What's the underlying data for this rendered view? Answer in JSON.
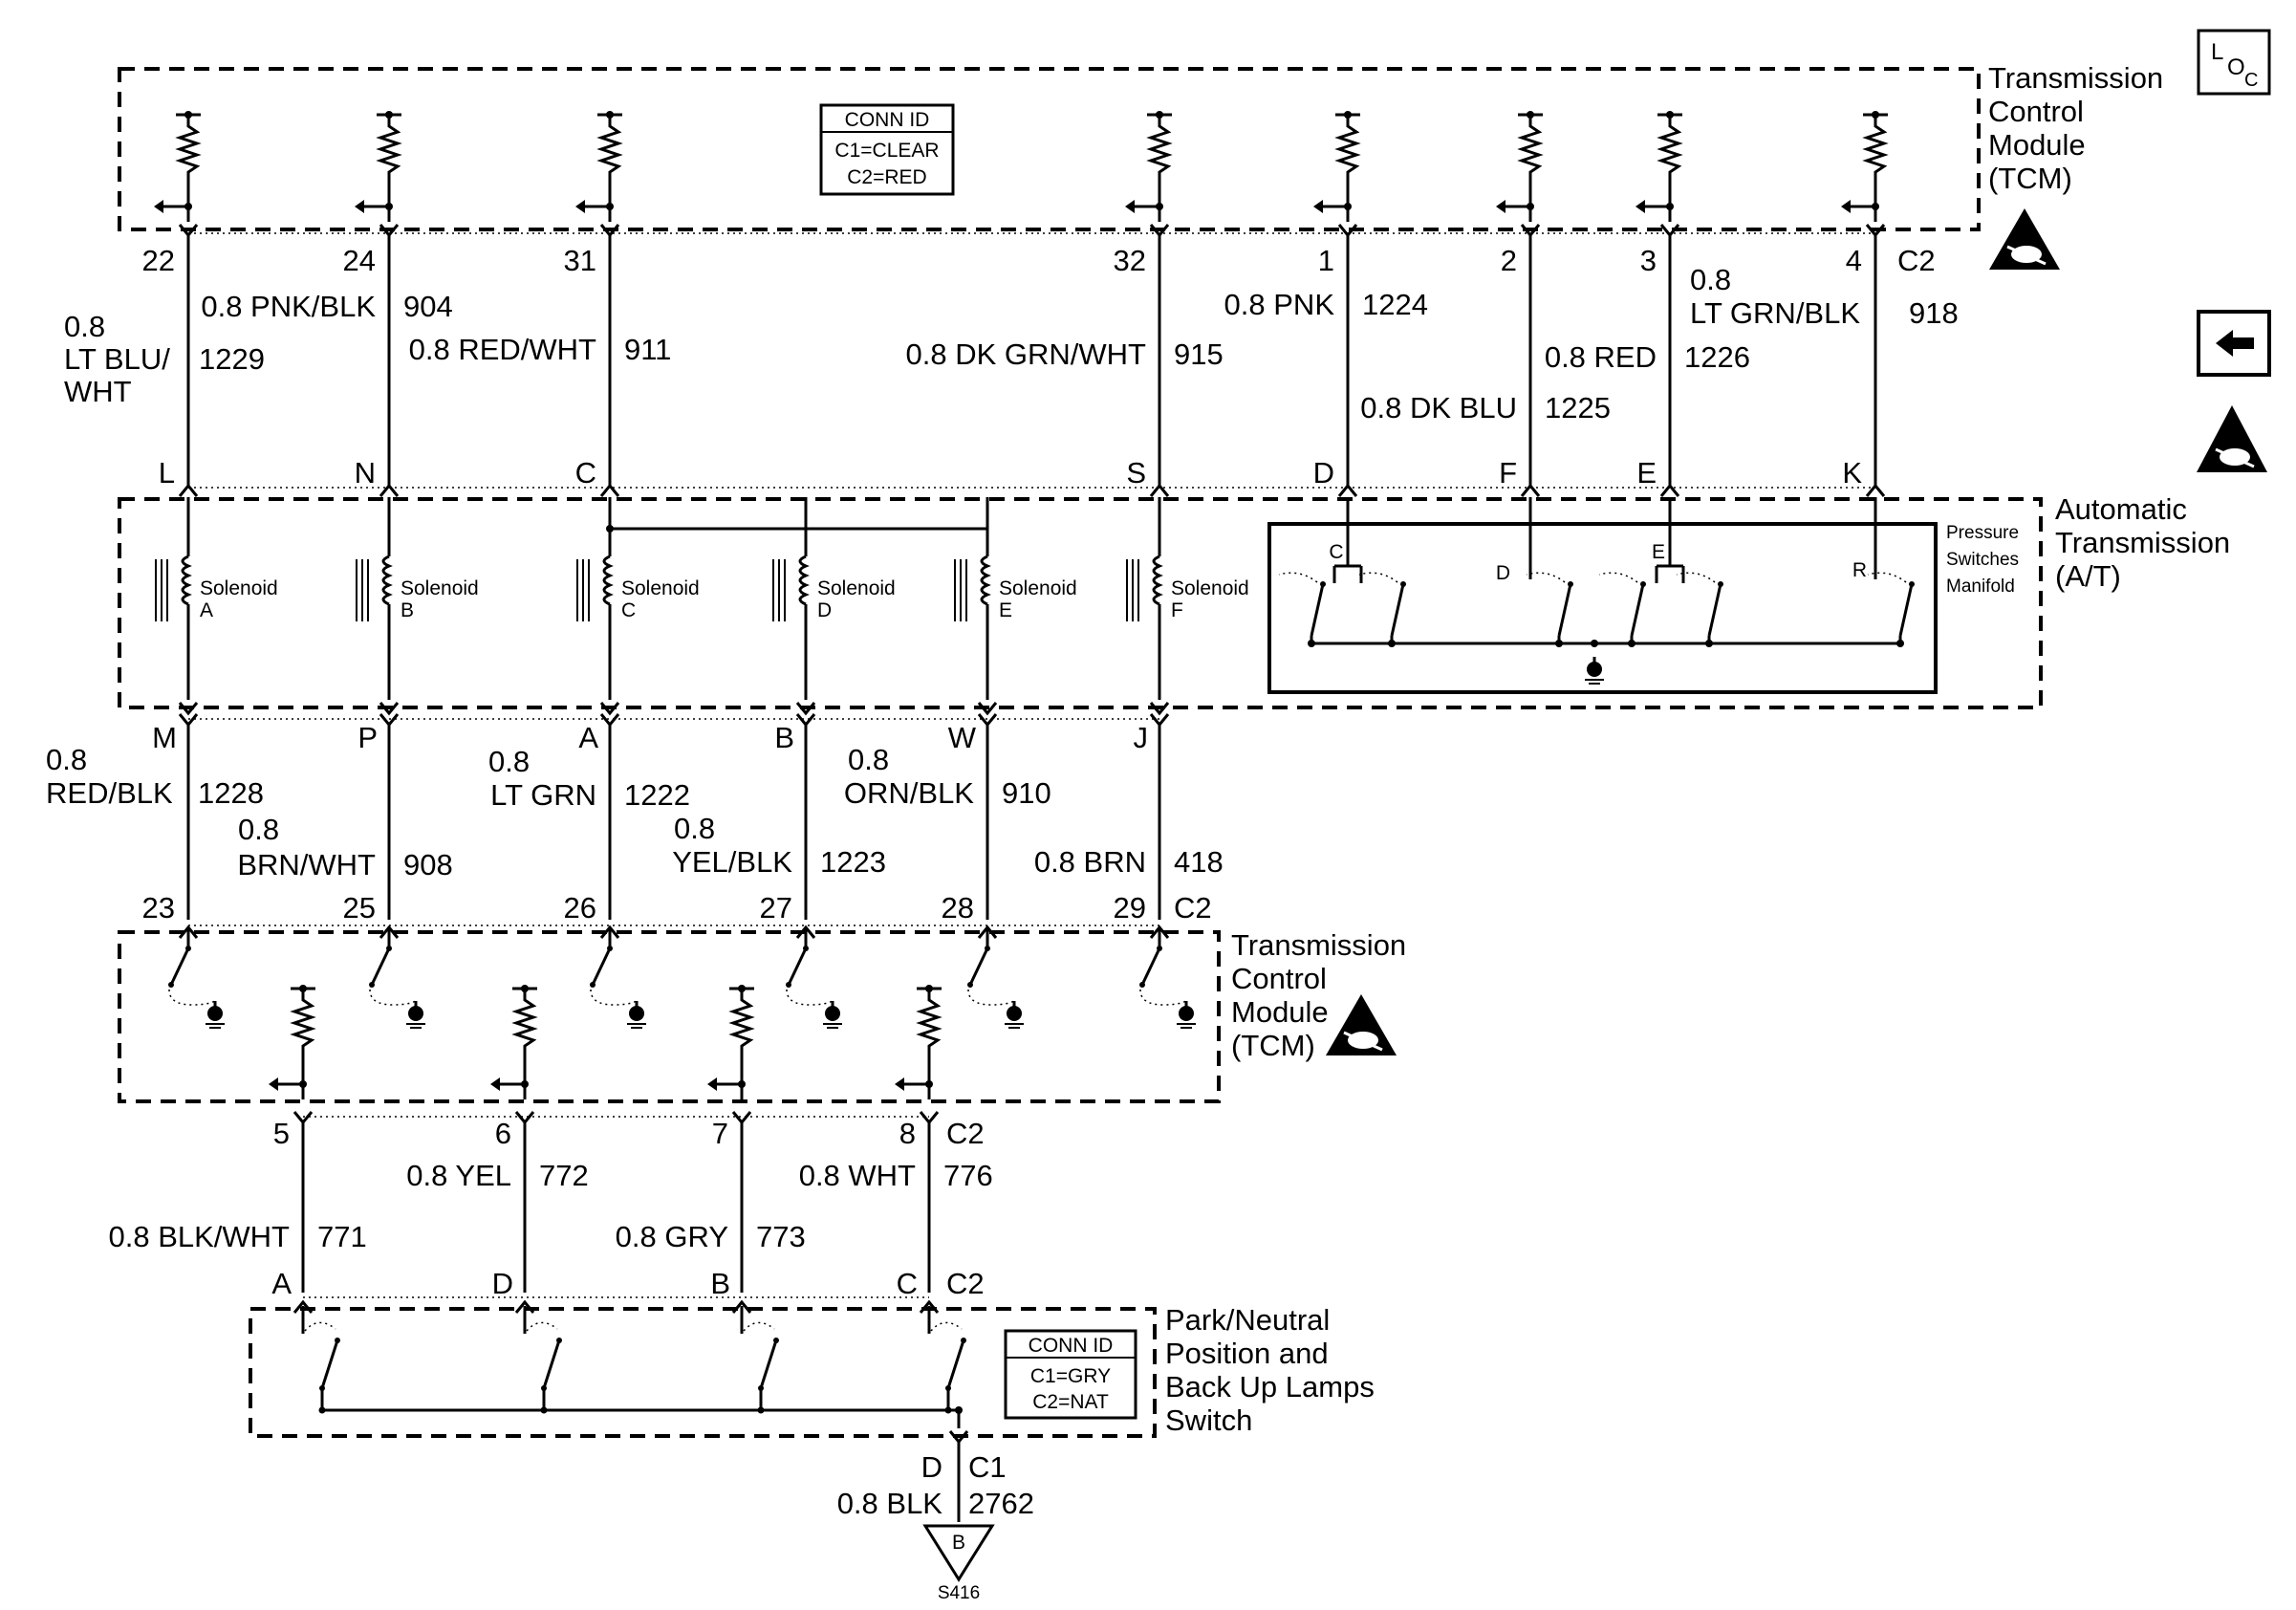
{
  "modules": {
    "tcm_top": [
      "Transmission",
      "Control",
      "Module",
      "(TCM)"
    ],
    "at": [
      "Automatic",
      "Transmission",
      "(A/T)"
    ],
    "tcm_mid": [
      "Transmission",
      "Control",
      "Module",
      "(TCM)"
    ],
    "pnp": [
      "Park/Neutral",
      "Position and",
      "Back Up Lamps",
      "Switch"
    ],
    "pressure_manifold": [
      "Pressure",
      "Switches",
      "Manifold"
    ]
  },
  "conn_id_top": {
    "title": "CONN ID",
    "c1": "C1=CLEAR",
    "c2": "C2=RED"
  },
  "conn_id_bottom": {
    "title": "CONN ID",
    "c1": "C1=GRY",
    "c2": "C2=NAT"
  },
  "icons": {
    "loc_main": "L",
    "loc_sub": "O",
    "loc_sub2": "C"
  },
  "upper_wires": [
    {
      "pin": "22",
      "dest": "L",
      "size": "0.8",
      "color": [
        "LT BLU/",
        "WHT"
      ],
      "circuit": "1229"
    },
    {
      "pin": "24",
      "dest": "N",
      "size": "0.8",
      "color": [
        "PNK/BLK"
      ],
      "circuit": "904"
    },
    {
      "pin": "31",
      "dest": "C",
      "size": "0.8",
      "color": [
        "RED/WHT"
      ],
      "circuit": "911"
    },
    {
      "pin": "32",
      "dest": "S",
      "size": "0.8",
      "color": [
        "DK GRN/WHT"
      ],
      "circuit": "915"
    },
    {
      "pin": "1",
      "dest": "D",
      "size": "0.8",
      "color": [
        "PNK"
      ],
      "circuit": "1224"
    },
    {
      "pin": "2",
      "dest": "F",
      "size": "0.8",
      "color": [
        "DK BLU"
      ],
      "circuit": "1225"
    },
    {
      "pin": "3",
      "dest": "E",
      "size": "0.8",
      "color": [
        "RED"
      ],
      "circuit": "1226"
    },
    {
      "pin": "4",
      "dest": "K",
      "size": "0.8",
      "color": [
        "LT GRN/BLK"
      ],
      "circuit": "918"
    }
  ],
  "upper_connector": "C2",
  "solenoids": [
    {
      "label": "Solenoid",
      "id": "A"
    },
    {
      "label": "Solenoid",
      "id": "B"
    },
    {
      "label": "Solenoid",
      "id": "C"
    },
    {
      "label": "Solenoid",
      "id": "D"
    },
    {
      "label": "Solenoid",
      "id": "E"
    },
    {
      "label": "Solenoid",
      "id": "F"
    }
  ],
  "pressure_switch_labels": [
    "C",
    "D",
    "E",
    "R"
  ],
  "middle_wires": [
    {
      "src": "M",
      "pin": "23",
      "size": "0.8",
      "color": [
        "RED/BLK"
      ],
      "circuit": "1228"
    },
    {
      "src": "P",
      "pin": "25",
      "size": "0.8",
      "color": [
        "BRN/WHT"
      ],
      "circuit": "908"
    },
    {
      "src": "A",
      "pin": "26",
      "size": "0.8",
      "color": [
        "LT GRN"
      ],
      "circuit": "1222"
    },
    {
      "src": "B",
      "pin": "27",
      "size": "0.8",
      "color": [
        "YEL/BLK"
      ],
      "circuit": "1223"
    },
    {
      "src": "W",
      "pin": "28",
      "size": "0.8",
      "color": [
        "ORN/BLK"
      ],
      "circuit": "910"
    },
    {
      "src": "J",
      "pin": "29",
      "size": "0.8",
      "color": [
        "BRN"
      ],
      "circuit": "418"
    }
  ],
  "middle_connector": "C2",
  "lower_wires": [
    {
      "pin": "5",
      "dest": "A",
      "size": "0.8",
      "color": [
        "BLK/WHT"
      ],
      "circuit": "771"
    },
    {
      "pin": "6",
      "dest": "D",
      "size": "0.8",
      "color": [
        "YEL"
      ],
      "circuit": "772"
    },
    {
      "pin": "7",
      "dest": "B",
      "size": "0.8",
      "color": [
        "GRY"
      ],
      "circuit": "773"
    },
    {
      "pin": "8",
      "dest": "C",
      "size": "0.8",
      "color": [
        "WHT"
      ],
      "circuit": "776"
    }
  ],
  "lower_connector": "C2",
  "ground": {
    "pin": "D",
    "connector": "C1",
    "size": "0.8",
    "color": "BLK",
    "circuit": "2762",
    "splice_letter": "B",
    "splice": "S416"
  }
}
